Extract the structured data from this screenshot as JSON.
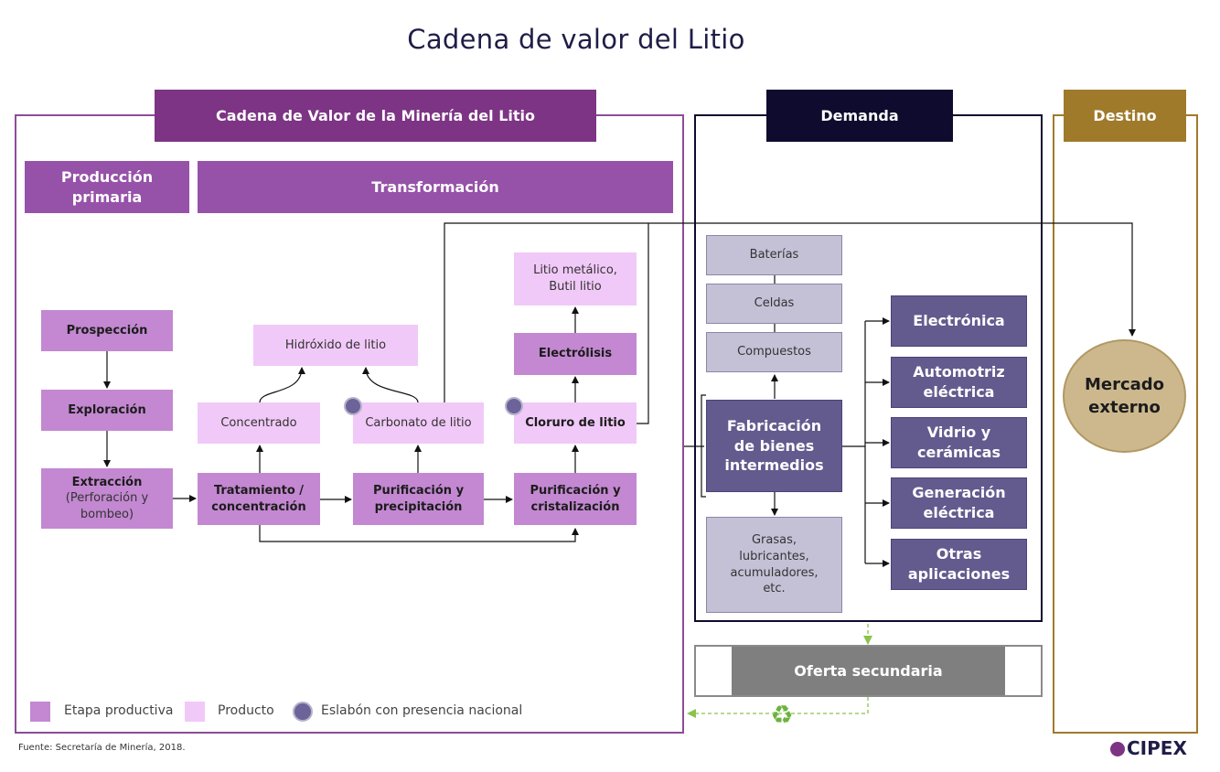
{
  "title": "Cadena de valor del Litio",
  "headers": {
    "mining": "Cadena de Valor de la Minería del Litio",
    "demand": "Demanda",
    "destination": "Destino"
  },
  "subheaders": {
    "primary": "Producción primaria",
    "transformation": "Transformación"
  },
  "stages": {
    "prospeccion": "Prospección",
    "exploracion": "Exploración",
    "extraccion": "Extracción",
    "extraccion_detail": "(Perforación y bombeo)",
    "tratamiento": "Tratamiento / concentración",
    "purif_precip": "Purificación y precipitación",
    "purif_cristal": "Purificación y cristalización",
    "electrolisis": "Electrólisis"
  },
  "products": {
    "concentrado": "Concentrado",
    "carbonato": "Carbonato de litio",
    "cloruro": "Cloruro de litio",
    "hidroxido": "Hidróxido de litio",
    "litio_metalico": "Litio metálico, Butil litio"
  },
  "demand": {
    "baterias": "Baterías",
    "celdas": "Celdas",
    "compuestos": "Compuestos",
    "fabricacion": "Fabricación de bienes intermedios",
    "grasas": "Grasas, lubricantes, acumuladores, etc.",
    "electronica": "Electrónica",
    "automotriz": "Automotriz eléctrica",
    "vidrio": "Vidrio y cerámicas",
    "generacion": "Generación eléctrica",
    "otras": "Otras aplicaciones",
    "oferta": "Oferta secundaria"
  },
  "destination": {
    "mercado": "Mercado externo"
  },
  "legend": {
    "etapa": "Etapa productiva",
    "producto": "Producto",
    "eslabon": "Eslabón con presencia nacional"
  },
  "source": "Fuente: Secretaría de Minería, 2018.",
  "logo": "CIPEX",
  "colors": {
    "mining_header": "#7d3484",
    "subheader": "#9652a8",
    "stage": "#c388d1",
    "product": "#f1c9f8",
    "demand_header": "#0e0b2e",
    "demand_dark": "#635b8e",
    "demand_light": "#c4c1d7",
    "destination": "#a07a2b",
    "market": "#cdb88e",
    "secondary": "#7f7f7f",
    "recycle": "#6db33f"
  },
  "icons": [
    "recycle-icon",
    "national-presence-dot-icon",
    "cipex-logo-icon"
  ]
}
